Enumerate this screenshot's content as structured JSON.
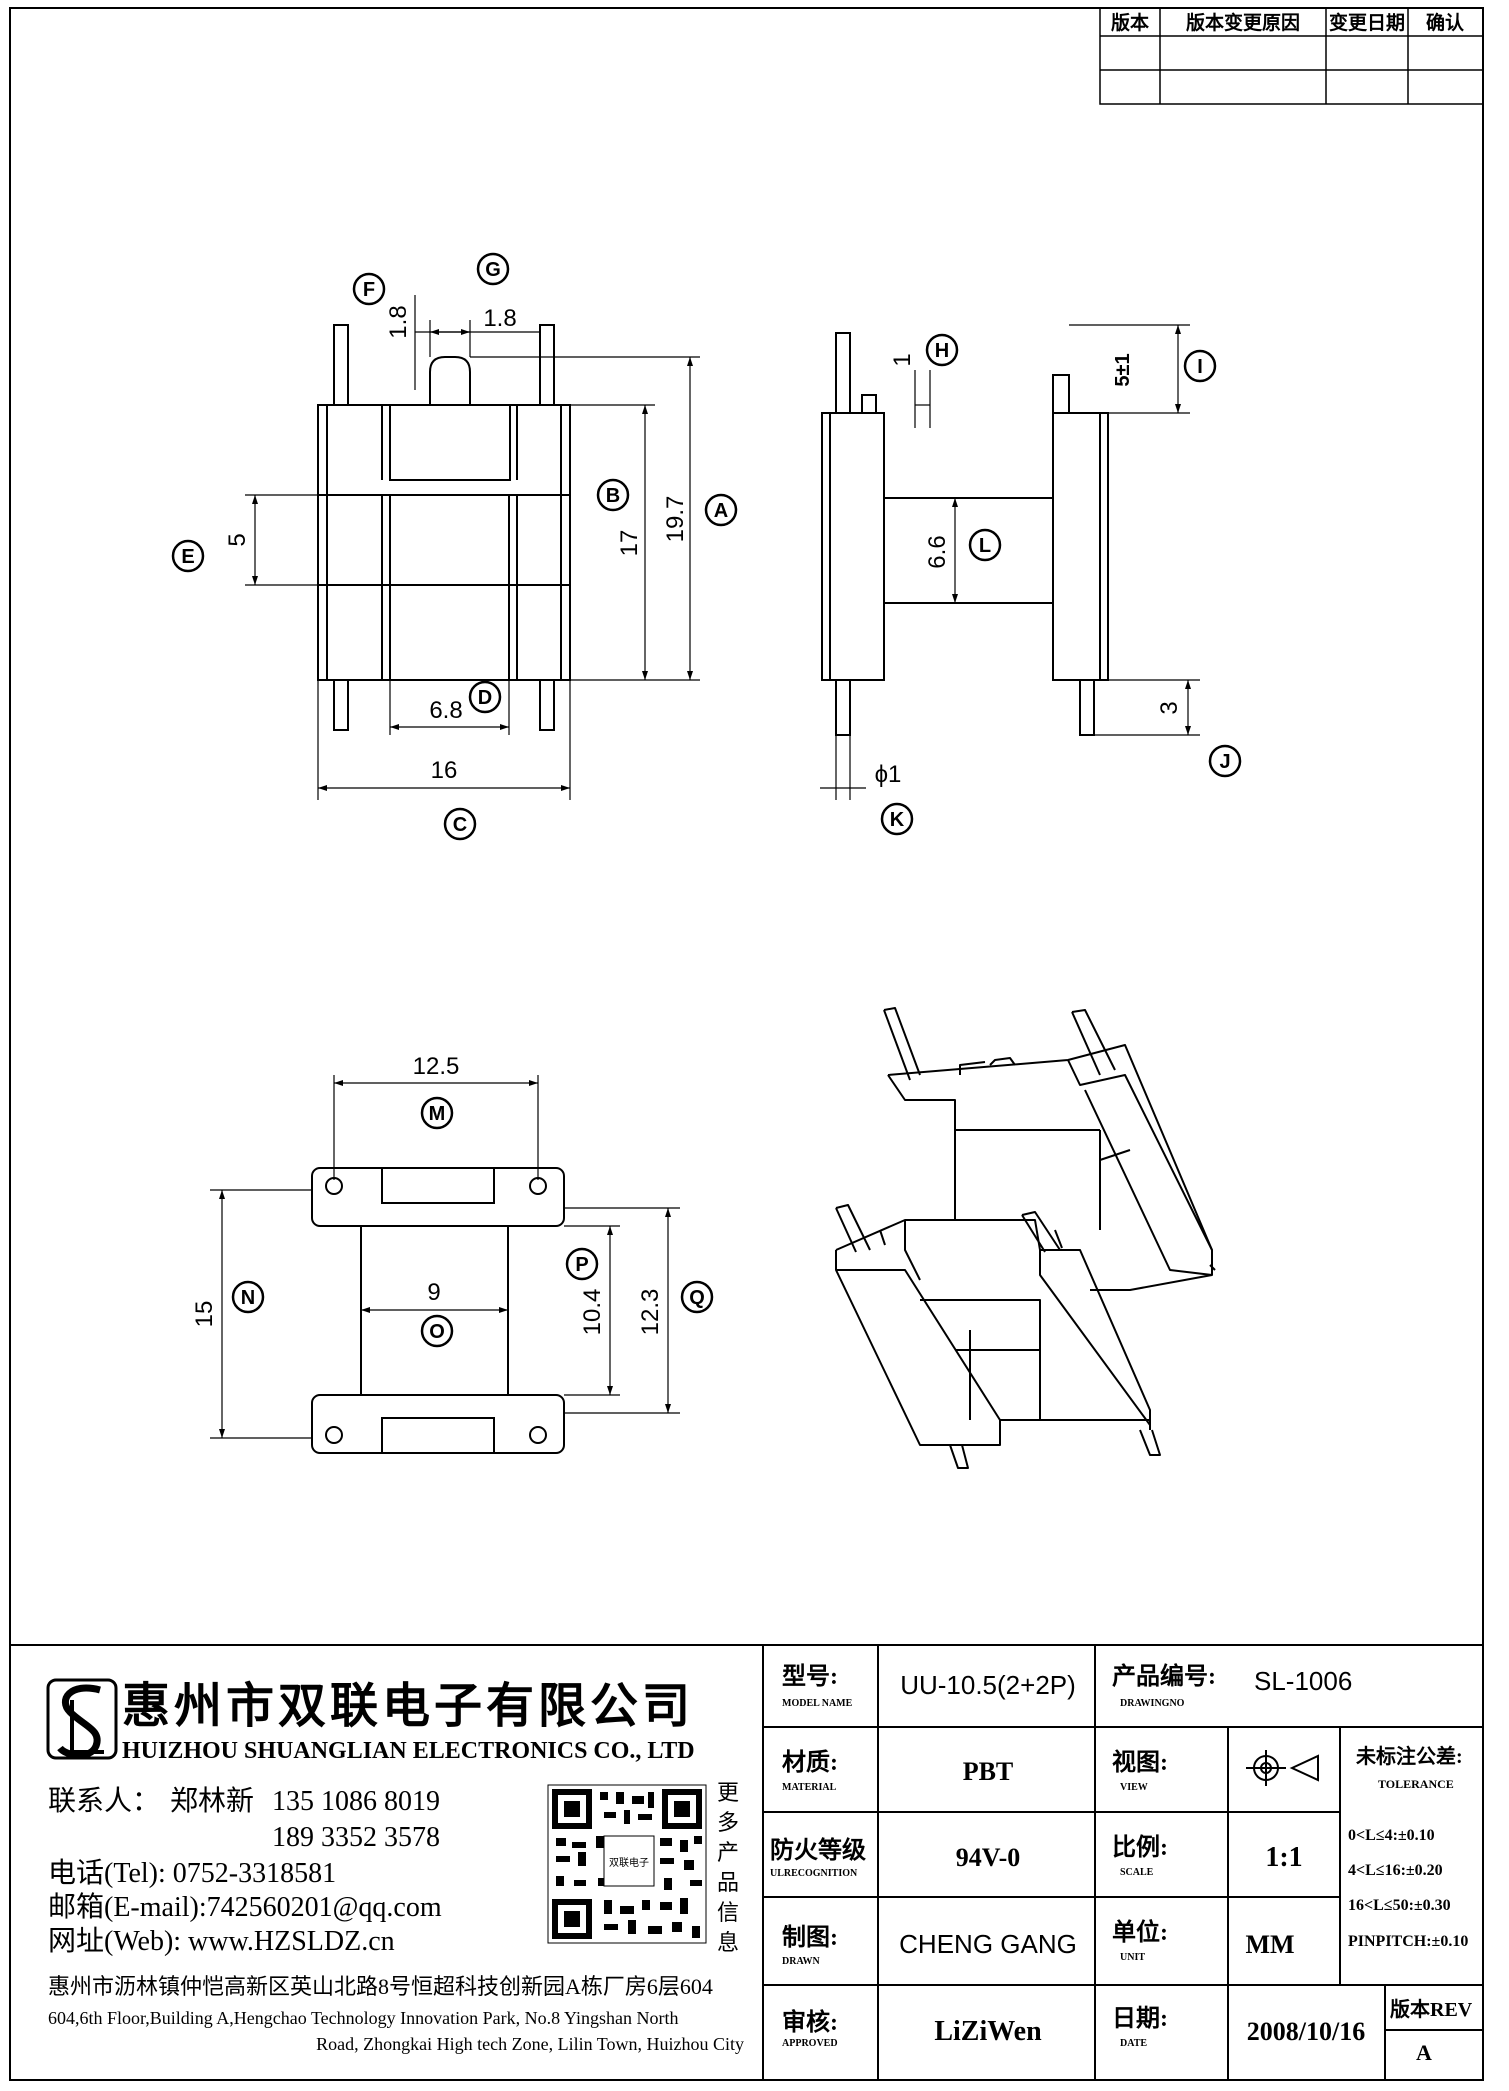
{
  "revision_table": {
    "headers": [
      "版本",
      "版本变更原因",
      "变更日期",
      "确认"
    ]
  },
  "callouts": {
    "A": "A",
    "B": "B",
    "C": "C",
    "D": "D",
    "E": "E",
    "F": "F",
    "G": "G",
    "H": "H",
    "I": "I",
    "J": "J",
    "K": "K",
    "L": "L",
    "M": "M",
    "N": "N",
    "O": "O",
    "P": "P",
    "Q": "Q"
  },
  "dimensions": {
    "A": "19.7",
    "B": "17",
    "C": "16",
    "D": "6.8",
    "E": "5",
    "F": "1.8",
    "G": "1.8",
    "H": "1",
    "I": "5±1",
    "J": "3",
    "K": "ϕ1",
    "L": "6.6",
    "M": "12.5",
    "N": "15",
    "O": "9",
    "P": "10.4",
    "Q": "12.3"
  },
  "company": {
    "name_cn": "惠州市双联电子有限公司",
    "name_en": "HUIZHOU SHUANGLIAN ELECTRONICS CO., LTD",
    "contact_label": "联系人：",
    "contact_name": "郑林新",
    "phone1": "135 1086 8019",
    "phone2": "189 3352 3578",
    "tel": "电话(Tel): 0752-3318581",
    "email": "邮箱(E-mail):742560201@qq.com",
    "web": "网址(Web): www.HZSLDZ.cn",
    "qr_caption": "更多产品信息",
    "qr_center": "双联电子",
    "address_cn": "惠州市沥林镇仲恺高新区英山北路8号恒超科技创新园A栋厂房6层604",
    "address_en_1": "604,6th Floor,Building A,Hengchao Technology Innovation Park, No.8 Yingshan North",
    "address_en_2": "Road, Zhongkai High tech Zone, Lilin Town, Huizhou City"
  },
  "title_block": {
    "model_label": "型号:",
    "model_sub": "MODEL NAME",
    "model_value": "UU-10.5(2+2P)",
    "drawingno_label": "产品编号:",
    "drawingno_sub": "DRAWINGNO",
    "drawingno_value": "SL-1006",
    "material_label": "材质:",
    "material_sub": "MATERIAL",
    "material_value": "PBT",
    "view_label": "视图:",
    "view_sub": "VIEW",
    "tolerance_label": "未标注公差:",
    "tolerance_sub": "TOLERANCE",
    "fire_label": "防火等级",
    "fire_sub": "ULRECOGNITION",
    "fire_value": "94V-0",
    "scale_label": "比例:",
    "scale_sub": "SCALE",
    "scale_value": "1:1",
    "tol_1": "0<L≤4:±0.10",
    "tol_2": "4<L≤16:±0.20",
    "tol_3": "16<L≤50:±0.30",
    "tol_4": "PINPITCH:±0.10",
    "drawn_label": "制图:",
    "drawn_sub": "DRAWN",
    "drawn_value": "CHENG GANG",
    "unit_label": "单位:",
    "unit_sub": "UNIT",
    "unit_value": "MM",
    "approved_label": "审核:",
    "approved_sub": "APPROVED",
    "approved_value": "LiZiWen",
    "date_label": "日期:",
    "date_sub": "DATE",
    "date_value": "2008/10/16",
    "rev_label": "版本REV",
    "rev_value": "A"
  }
}
